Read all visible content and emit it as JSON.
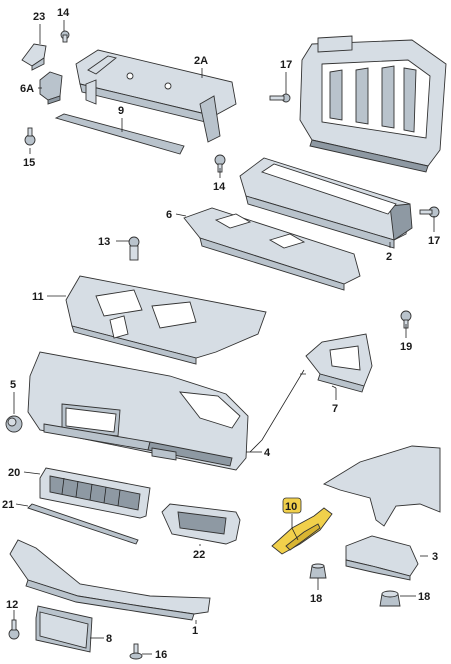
{
  "diagram": {
    "highlight_color": "#f1d04b",
    "labels": [
      {
        "id": "l23",
        "text": "23"
      },
      {
        "id": "l14a",
        "text": "14"
      },
      {
        "id": "l2A",
        "text": "2A"
      },
      {
        "id": "l17a",
        "text": "17"
      },
      {
        "id": "l6A",
        "text": "6A"
      },
      {
        "id": "l9",
        "text": "9"
      },
      {
        "id": "l15",
        "text": "15"
      },
      {
        "id": "l14b",
        "text": "14"
      },
      {
        "id": "l6",
        "text": "6"
      },
      {
        "id": "l17b",
        "text": "17"
      },
      {
        "id": "l13",
        "text": "13"
      },
      {
        "id": "l2",
        "text": "2"
      },
      {
        "id": "l11",
        "text": "11"
      },
      {
        "id": "l19",
        "text": "19"
      },
      {
        "id": "l5",
        "text": "5"
      },
      {
        "id": "l7",
        "text": "7"
      },
      {
        "id": "l4",
        "text": "4"
      },
      {
        "id": "l20",
        "text": "20"
      },
      {
        "id": "l21",
        "text": "21"
      },
      {
        "id": "l10",
        "text": "10"
      },
      {
        "id": "l22",
        "text": "22"
      },
      {
        "id": "l3",
        "text": "3"
      },
      {
        "id": "l18a",
        "text": "18"
      },
      {
        "id": "l18b",
        "text": "18"
      },
      {
        "id": "l12",
        "text": "12"
      },
      {
        "id": "l8",
        "text": "8"
      },
      {
        "id": "l1",
        "text": "1"
      },
      {
        "id": "l16",
        "text": "16"
      }
    ]
  }
}
